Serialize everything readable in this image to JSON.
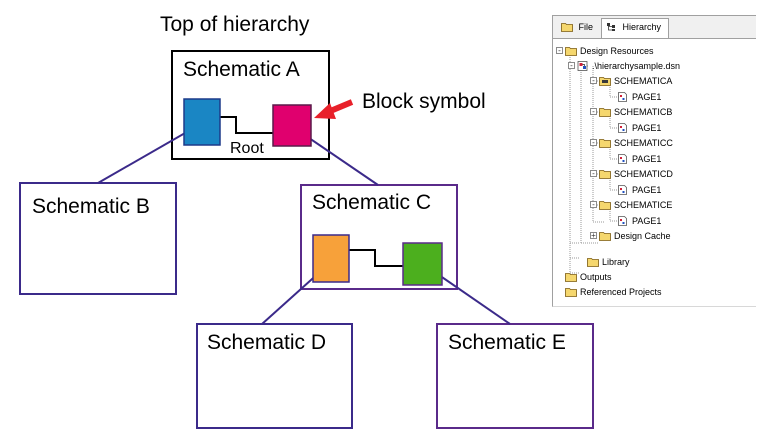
{
  "diagram": {
    "title": "Top of hierarchy",
    "callout": "Block symbol",
    "schematics": {
      "a": "Schematic A",
      "b": "Schematic B",
      "c": "Schematic C",
      "d": "Schematic D",
      "e": "Schematic E"
    },
    "root_label": "Root",
    "colors": {
      "block_blue": "#1a86c4",
      "block_magenta": "#e0006e",
      "block_orange": "#f7a13a",
      "block_green": "#4caf1e",
      "connector": "#3b2a8a",
      "arrow": "#e8202a"
    }
  },
  "tree_panel": {
    "tabs": {
      "file": "File",
      "hierarchy": "Hierarchy"
    },
    "items": [
      {
        "label": "Design Resources",
        "icon": "folder-icon"
      },
      {
        "label": ".\\hierarchysample.dsn",
        "icon": "design-file-icon"
      },
      {
        "label": "SCHEMATICA",
        "icon": "root-folder-icon"
      },
      {
        "label": "PAGE1",
        "icon": "page-icon"
      },
      {
        "label": "SCHEMATICB",
        "icon": "folder-icon"
      },
      {
        "label": "PAGE1",
        "icon": "page-icon"
      },
      {
        "label": "SCHEMATICC",
        "icon": "folder-icon"
      },
      {
        "label": "PAGE1",
        "icon": "page-icon"
      },
      {
        "label": "SCHEMATICD",
        "icon": "folder-icon"
      },
      {
        "label": "PAGE1",
        "icon": "page-icon"
      },
      {
        "label": "SCHEMATICE",
        "icon": "folder-icon"
      },
      {
        "label": "PAGE1",
        "icon": "page-icon"
      },
      {
        "label": "Design Cache",
        "icon": "folder-icon"
      },
      {
        "label": "Library",
        "icon": "folder-icon"
      },
      {
        "label": "Outputs",
        "icon": "folder-icon"
      },
      {
        "label": "Referenced Projects",
        "icon": "folder-icon"
      }
    ]
  }
}
